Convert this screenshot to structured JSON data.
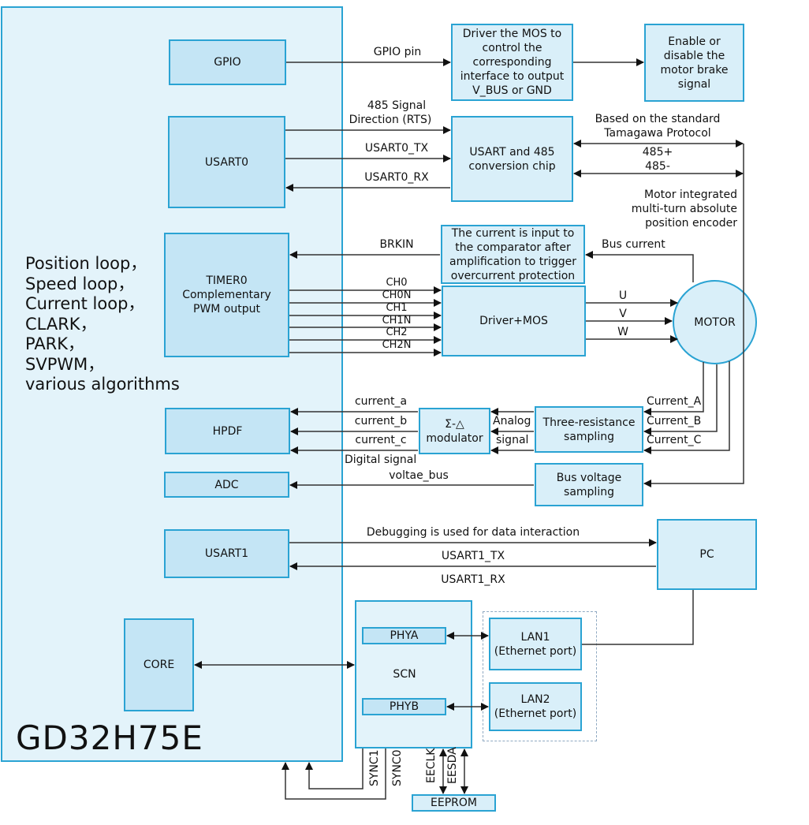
{
  "chip": {
    "name": "GD32H75E",
    "algorithms": [
      "Position loop，",
      "Speed loop，",
      "Current loop，",
      "CLARK，",
      "PARK，",
      "SVPWM，",
      "various algorithms"
    ]
  },
  "blocks": {
    "gpio": "GPIO",
    "usart0": "USART0",
    "timer0": [
      "TIMER0",
      "Complementary",
      "PWM output"
    ],
    "hpdf": "HPDF",
    "adc": "ADC",
    "usart1": "USART1",
    "core": "CORE",
    "mos_driver_out": [
      "Driver the MOS to",
      "control the",
      "corresponding",
      "interface to output",
      "V_BUS or GND"
    ],
    "brake": [
      "Enable or",
      "disable the",
      "motor brake",
      "signal"
    ],
    "usart485": [
      "USART and 485",
      "conversion chip"
    ],
    "comparator": [
      "The current is input to",
      "the comparator after",
      "amplification to trigger",
      "overcurrent protection"
    ],
    "driver_mos": "Driver+MOS",
    "motor": "MOTOR",
    "sigma_delta": [
      "Σ-△",
      "modulator"
    ],
    "three_res": [
      "Three-resistance",
      "sampling"
    ],
    "bus_voltage": [
      "Bus voltage",
      "sampling"
    ],
    "pc": "PC",
    "scn": "SCN",
    "phya": "PHYA",
    "phyb": "PHYB",
    "lan1": [
      "LAN1",
      "(Ethernet port)"
    ],
    "lan2": [
      "LAN2",
      "(Ethernet port)"
    ],
    "eeprom": "EEPROM"
  },
  "signals": {
    "gpio_pin": "GPIO pin",
    "rts": [
      "485 Signal",
      "Direction (RTS)"
    ],
    "usart0_tx": "USART0_TX",
    "usart0_rx": "USART0_RX",
    "tamagawa": [
      "Based on the standard",
      "Tamagawa Protocol"
    ],
    "rs485_p": "485+",
    "rs485_n": "485-",
    "encoder": [
      "Motor integrated",
      "multi-turn absolute",
      "position encoder"
    ],
    "brkin": "BRKIN",
    "bus_current": "Bus current",
    "pwm_channels": [
      "CH0",
      "CH0N",
      "CH1",
      "CH1N",
      "CH2",
      "CH2N"
    ],
    "phases": [
      "U",
      "V",
      "W"
    ],
    "current_lower": [
      "current_a",
      "current_b",
      "current_c"
    ],
    "digital_signal": "Digital signal",
    "analog_signal": [
      "Analog",
      "signal"
    ],
    "current_upper": [
      "Current_A",
      "Current_B",
      "Current_C"
    ],
    "voltage_bus": "voltae_bus",
    "debug": "Debugging is used for data interaction",
    "usart1_tx": "USART1_TX",
    "usart1_rx": "USART1_RX",
    "sync1": "SYNC1",
    "sync0": "SYNC0",
    "eeclk": "EECLK",
    "eesda": "EESDA"
  },
  "colors": {
    "block_border": "#2aa3d3",
    "block_fill": "#c4e5f5",
    "chip_fill": "#e3f3fa",
    "wire": "#333333"
  }
}
